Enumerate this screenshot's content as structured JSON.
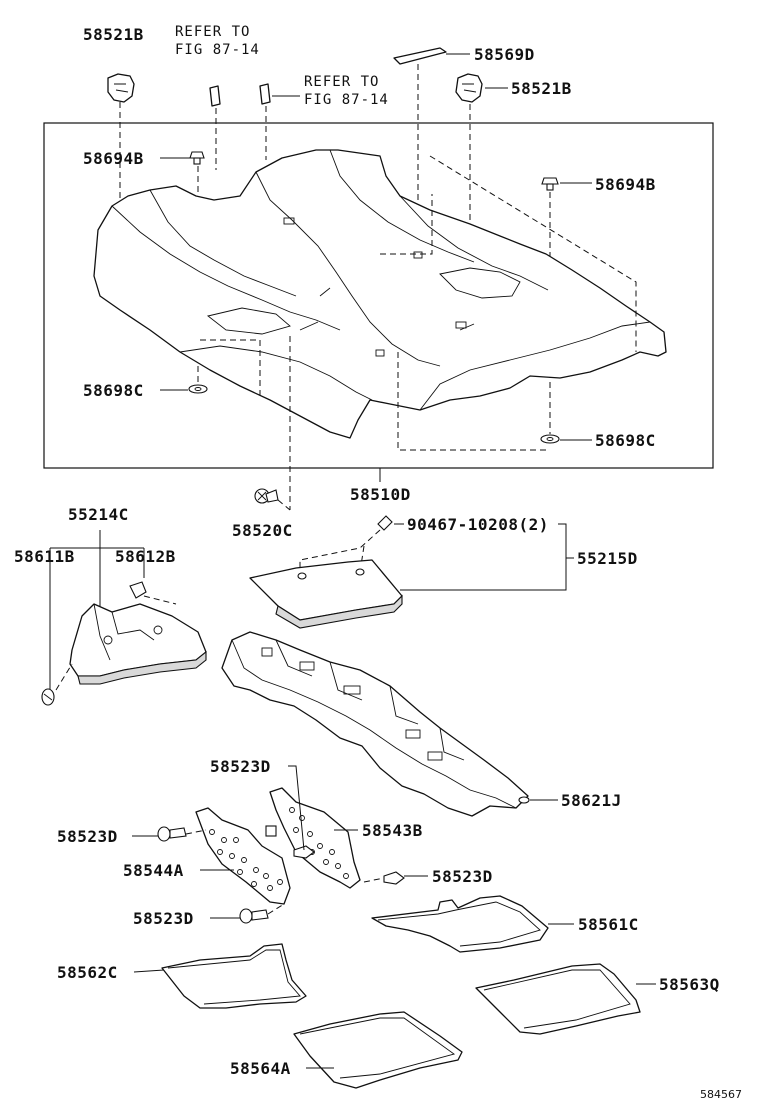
{
  "diagram_code": "584567",
  "labels": {
    "l_58521B_left": "58521B",
    "l_58521B_right": "58521B",
    "l_58569D": "58569D",
    "l_58694B_left": "58694B",
    "l_58694B_right": "58694B",
    "l_58698C_left": "58698C",
    "l_58698C_right": "58698C",
    "l_58510D": "58510D",
    "l_58520C": "58520C",
    "l_55214C": "55214C",
    "l_58611B": "58611B",
    "l_58612B": "58612B",
    "l_90467": "90467-10208(2)",
    "l_55215D": "55215D",
    "l_58621J": "58621J",
    "l_58523D_a": "58523D",
    "l_58523D_b": "58523D",
    "l_58523D_c": "58523D",
    "l_58523D_d": "58523D",
    "l_58543B": "58543B",
    "l_58544A": "58544A",
    "l_58561C": "58561C",
    "l_58562C": "58562C",
    "l_58563Q": "58563Q",
    "l_58564A": "58564A"
  },
  "refer_notes": {
    "ref1_line1": "REFER TO",
    "ref1_line2": "FIG 87-14",
    "ref2_line1": "REFER TO",
    "ref2_line2": "FIG 87-14"
  }
}
